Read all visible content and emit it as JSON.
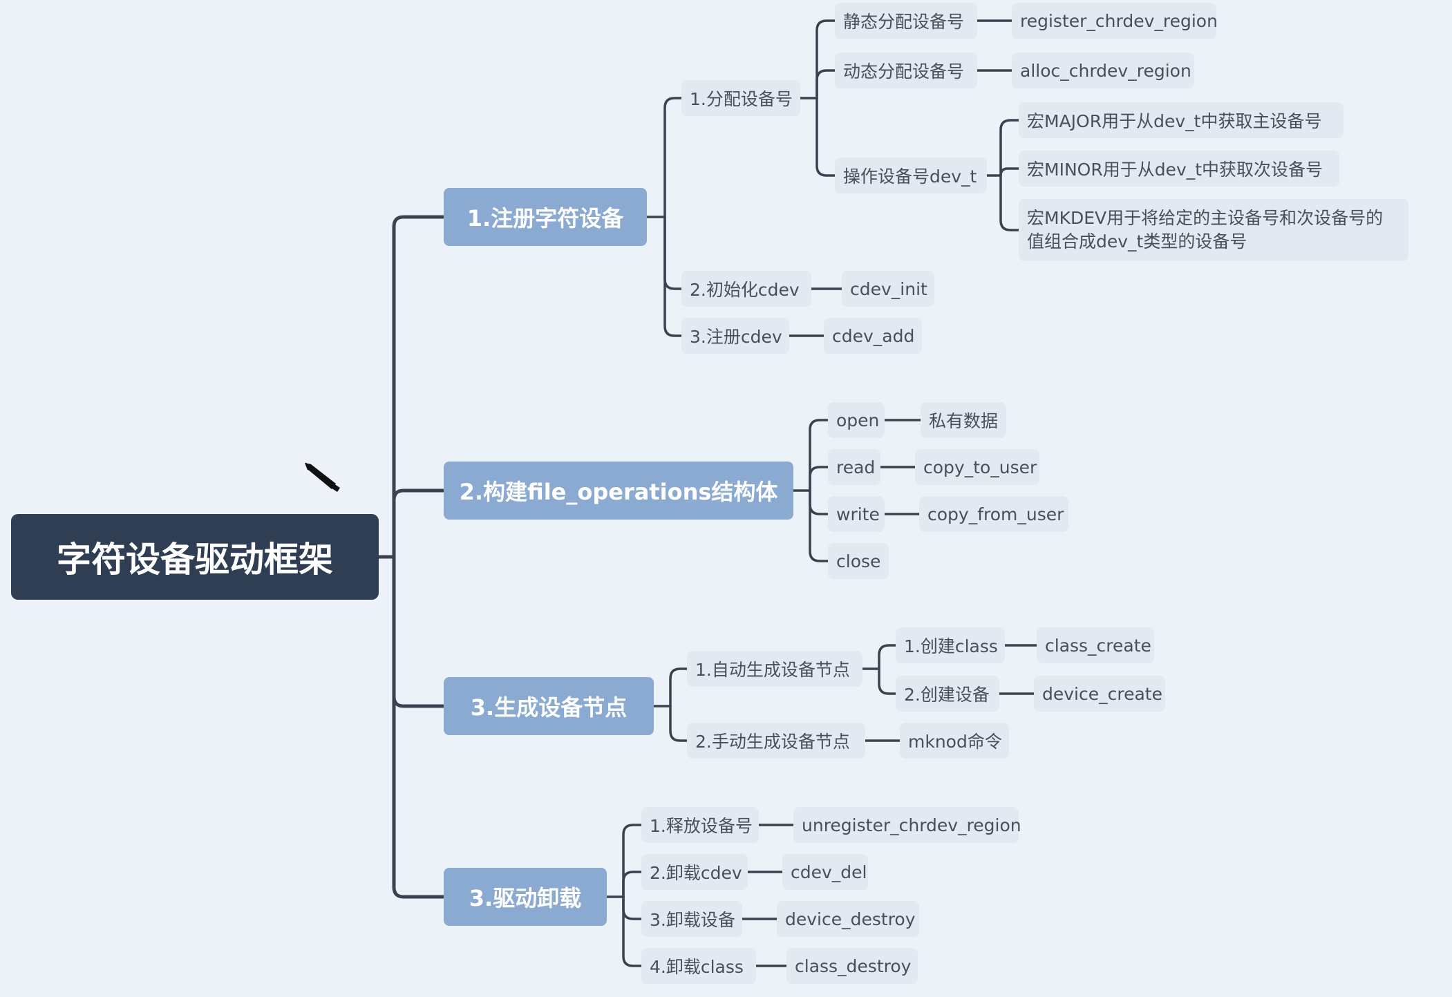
{
  "root": {
    "label": "字符设备驱动框架"
  },
  "branches": {
    "register": {
      "label": "1.注册字符设备",
      "alloc": {
        "label": "1.分配设备号",
        "static": {
          "label": "静态分配设备号",
          "fn": "register_chrdev_region"
        },
        "dynamic": {
          "label": "动态分配设备号",
          "fn": "alloc_chrdev_region"
        },
        "devt": {
          "label": "操作设备号dev_t",
          "major": "宏MAJOR用于从dev_t中获取主设备号",
          "minor": "宏MINOR用于从dev_t中获取次设备号",
          "mkdev": "宏MKDEV用于将给定的主设备号和次设备号的值组合成dev_t类型的设备号"
        }
      },
      "init": {
        "label": "2.初始化cdev",
        "fn": "cdev_init"
      },
      "add": {
        "label": "3.注册cdev",
        "fn": "cdev_add"
      }
    },
    "fops": {
      "label": "2.构建file_operations结构体",
      "open": {
        "label": "open",
        "detail": "私有数据"
      },
      "read": {
        "label": "read",
        "detail": "copy_to_user"
      },
      "write": {
        "label": "write",
        "detail": "copy_from_user"
      },
      "close": {
        "label": "close"
      }
    },
    "nodes": {
      "label": "3.生成设备节点",
      "auto": {
        "label": "1.自动生成设备节点",
        "cls": {
          "label": "1.创建class",
          "fn": "class_create"
        },
        "dev": {
          "label": "2.创建设备",
          "fn": "device_create"
        }
      },
      "manual": {
        "label": "2.手动生成设备节点",
        "detail": "mknod命令"
      }
    },
    "unload": {
      "label": "3.驱动卸载",
      "release": {
        "label": "1.释放设备号",
        "fn": "unregister_chrdev_region"
      },
      "delcdev": {
        "label": "2.卸载cdev",
        "fn": "cdev_del"
      },
      "deldev": {
        "label": "3.卸载设备",
        "fn": "device_destroy"
      },
      "delclass": {
        "label": "4.卸载class",
        "fn": "class_destroy"
      }
    }
  },
  "colors": {
    "background": "#edf2f9",
    "root_fill": "#2f3e53",
    "main_fill": "#8aaad2",
    "sub_fill": "#e3e9f1",
    "line": "#3a4250"
  },
  "icons": {
    "cursor": "pen-cursor-icon"
  }
}
